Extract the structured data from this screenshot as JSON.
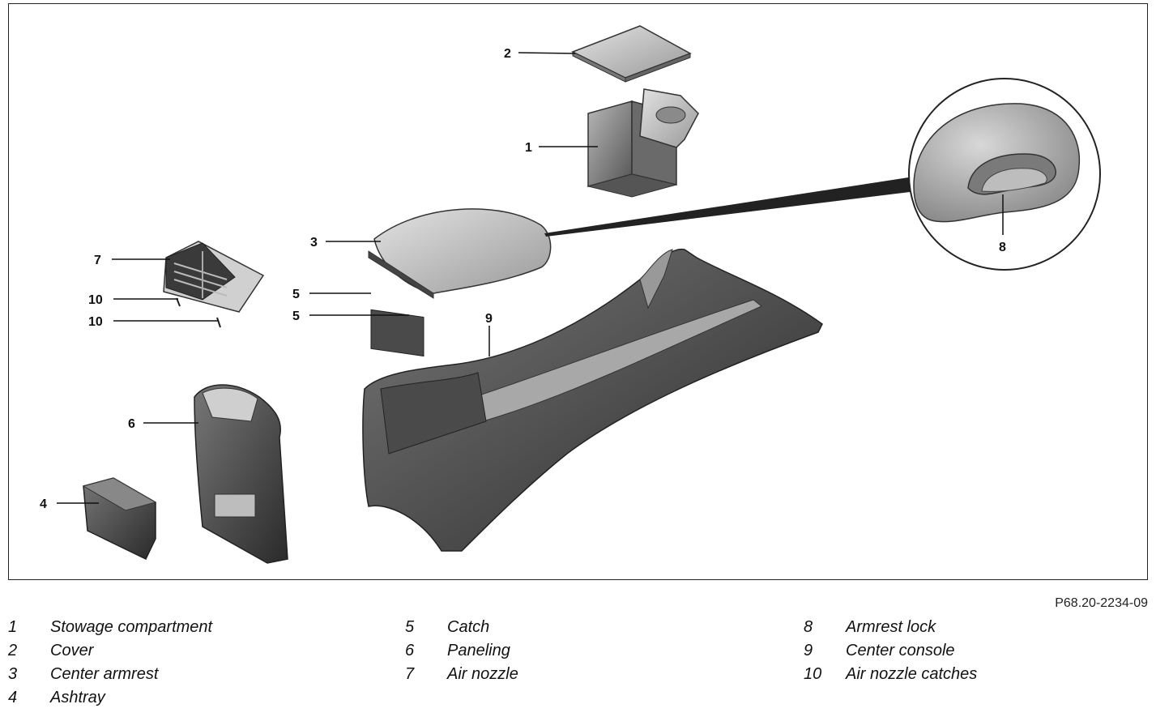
{
  "figure_code": "P68.20-2234-09",
  "callouts": [
    "2",
    "1",
    "3",
    "7",
    "10",
    "10",
    "5",
    "5",
    "9",
    "6",
    "4",
    "8"
  ],
  "legend": [
    [
      {
        "num": "1",
        "label": "Stowage compartment"
      },
      {
        "num": "2",
        "label": "Cover"
      },
      {
        "num": "3",
        "label": "Center armrest"
      },
      {
        "num": "4",
        "label": "Ashtray"
      }
    ],
    [
      {
        "num": "5",
        "label": "Catch"
      },
      {
        "num": "6",
        "label": "Paneling"
      },
      {
        "num": "7",
        "label": "Air nozzle"
      }
    ],
    [
      {
        "num": "8",
        "label": "Armrest lock"
      },
      {
        "num": "9",
        "label": "Center console"
      },
      {
        "num": "10",
        "label": "Air nozzle catches"
      }
    ]
  ]
}
